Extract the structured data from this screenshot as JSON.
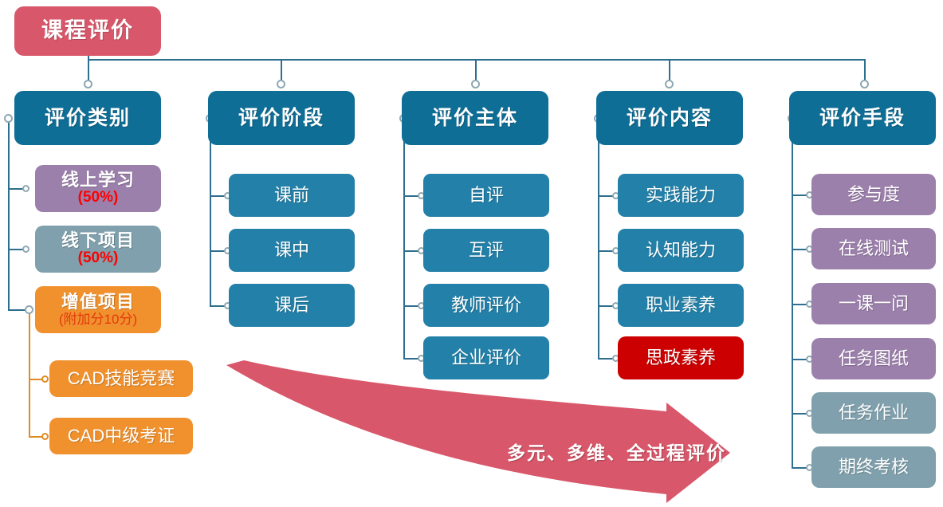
{
  "root": {
    "label": "课程评价",
    "color": "#D9576A"
  },
  "columns": [
    {
      "header": "评价类别",
      "items": [
        {
          "label": "线上学习",
          "sub": "(50%)",
          "color": "#9C80AC",
          "style": "purple"
        },
        {
          "label": "线下项目",
          "sub": "(50%)",
          "color": "#7FA0AC",
          "style": "slate"
        },
        {
          "label": "增值项目",
          "sub": "(附加分10分)",
          "color": "#F0912D",
          "style": "orange"
        }
      ],
      "children": [
        {
          "label": "CAD技能竞赛",
          "color": "#F0912D"
        },
        {
          "label": "CAD中级考证",
          "color": "#F0912D"
        }
      ]
    },
    {
      "header": "评价阶段",
      "items": [
        {
          "label": "课前",
          "color": "#2380A8"
        },
        {
          "label": "课中",
          "color": "#2380A8"
        },
        {
          "label": "课后",
          "color": "#2380A8"
        }
      ]
    },
    {
      "header": "评价主体",
      "items": [
        {
          "label": "自评",
          "color": "#2380A8"
        },
        {
          "label": "互评",
          "color": "#2380A8"
        },
        {
          "label": "教师评价",
          "color": "#2380A8"
        },
        {
          "label": "企业评价",
          "color": "#2380A8"
        }
      ]
    },
    {
      "header": "评价内容",
      "items": [
        {
          "label": "实践能力",
          "color": "#2380A8"
        },
        {
          "label": "认知能力",
          "color": "#2380A8"
        },
        {
          "label": "职业素养",
          "color": "#2380A8"
        },
        {
          "label": "思政素养",
          "color": "#CC0000",
          "style": "red"
        }
      ]
    },
    {
      "header": "评价手段",
      "items": [
        {
          "label": "参与度",
          "color": "#9C80AC",
          "style": "purple"
        },
        {
          "label": "在线测试",
          "color": "#9C80AC",
          "style": "purple"
        },
        {
          "label": "一课一问",
          "color": "#9C80AC",
          "style": "purple"
        },
        {
          "label": "任务图纸",
          "color": "#9C80AC",
          "style": "purple"
        },
        {
          "label": "任务作业",
          "color": "#7FA0AC",
          "style": "slate"
        },
        {
          "label": "期终考核",
          "color": "#7FA0AC",
          "style": "slate"
        }
      ]
    }
  ],
  "arrow": {
    "label": "多元、多维、全过程评价",
    "color": "#D9576A"
  },
  "theme": {
    "header_color": "#0E6E96",
    "sub_color": "#2380A8",
    "connector_color": "#2E6E8E",
    "orange_connector": "#E08A22",
    "node_ring": "#8FA8B4"
  }
}
